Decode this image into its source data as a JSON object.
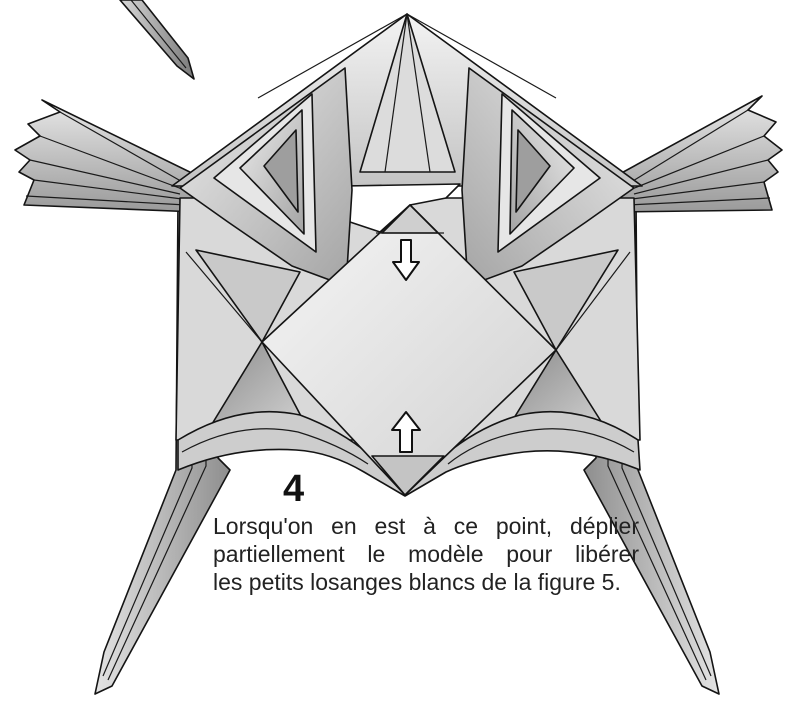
{
  "step": {
    "number": "4"
  },
  "instruction": {
    "lines": [
      "Lorsqu'on en est à ce point, déplier",
      "partiellement le modèle pour libérer",
      "les petits losanges blancs de la figure 5."
    ]
  },
  "figure": {
    "subject": "origami model, partially folded",
    "arrows": [
      "push-down-arrow",
      "push-up-arrow"
    ]
  },
  "colors": {
    "ink": "#141414",
    "paper": "#e2e2e2",
    "background": "#ffffff"
  }
}
